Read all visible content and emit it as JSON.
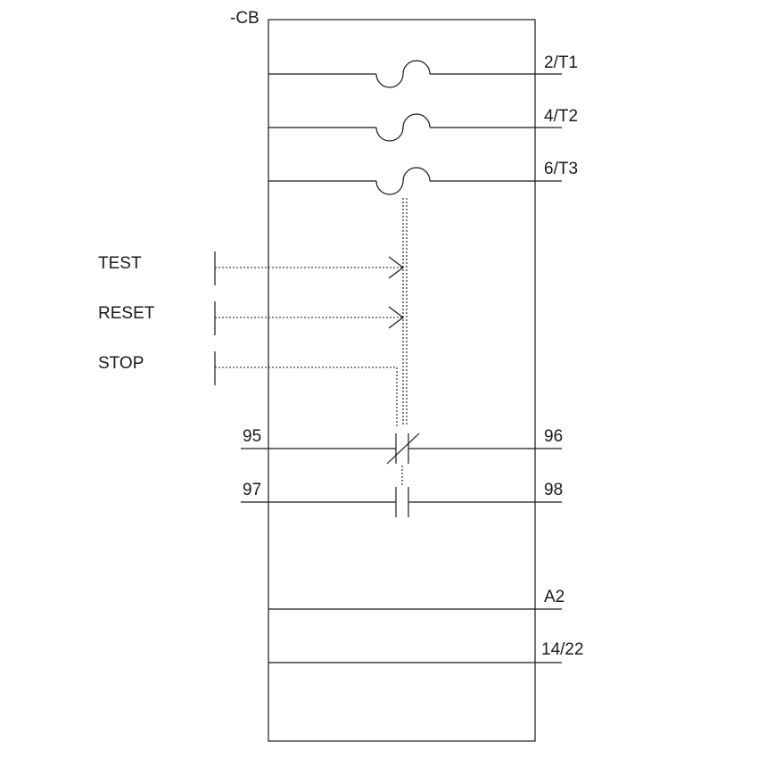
{
  "device": {
    "designation": "-CB"
  },
  "main_poles": [
    {
      "terminal": "2/T1"
    },
    {
      "terminal": "4/T2"
    },
    {
      "terminal": "6/T3"
    }
  ],
  "actuators": [
    {
      "label": "TEST"
    },
    {
      "label": "RESET"
    },
    {
      "label": "STOP"
    }
  ],
  "aux_contacts": [
    {
      "type": "NC",
      "left_terminal": "95",
      "right_terminal": "96"
    },
    {
      "type": "NO",
      "left_terminal": "97",
      "right_terminal": "98"
    }
  ],
  "coil_terminals": [
    {
      "terminal": "A2"
    },
    {
      "terminal": "14/22"
    }
  ],
  "colors": {
    "line": "#1a1a1a",
    "background": "#ffffff"
  }
}
